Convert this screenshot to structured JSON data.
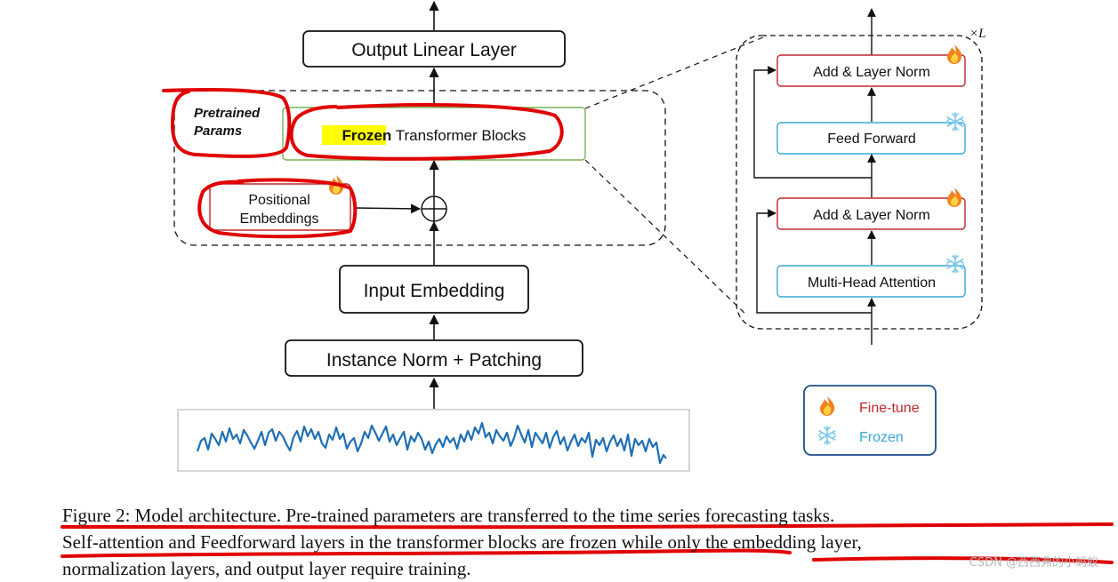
{
  "main": {
    "output_layer": "Output Linear Layer",
    "pretrained_params_line1": "Pretrained",
    "pretrained_params_line2": "Params",
    "frozen_word": "Frozen",
    "transformer_blocks": " Transformer Blocks",
    "positional_line1": "Positional",
    "positional_line2": "Embeddings",
    "input_embedding": "Input Embedding",
    "instance_norm": "Instance Norm + Patching"
  },
  "block": {
    "repeat_label": "×L",
    "add_norm_top": "Add & Layer Norm",
    "feed_forward": "Feed Forward",
    "add_norm_bottom": "Add & Layer Norm",
    "attention": "Multi-Head Attention"
  },
  "legend": {
    "fine_tune": "Fine-tune",
    "frozen": "Frozen"
  },
  "icons": {
    "fine_tune": "fire-icon",
    "frozen": "snowflake-icon"
  },
  "colors": {
    "fine_tune_border": "#c0282d",
    "frozen_border": "#3aa7d9",
    "green_border": "#77b455",
    "highlight": "#ffff00",
    "annotation_red": "#e00000",
    "series_blue": "#1f6fb4"
  },
  "caption": {
    "line1": "Figure 2: Model architecture. Pre-trained parameters are transferred to the time series forecasting tasks.",
    "line2": "Self-attention and Feedforward layers in the transformer blocks are frozen while only the embedding layer,",
    "line3": "normalization layers, and output layer require training."
  },
  "watermark": "CSDN @西西弗的小蚂蚁"
}
